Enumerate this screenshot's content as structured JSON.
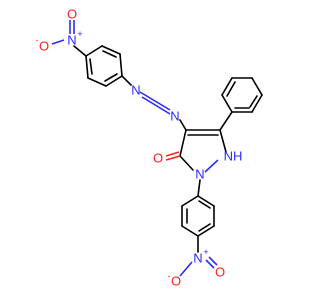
{
  "molecule": {
    "atoms": {
      "o_top_minus": "O",
      "o_top_minus_charge": "-",
      "n_top_nitro": "N",
      "n_top_nitro_charge": "+",
      "o_top_double": "O",
      "n_azo_1": "N",
      "n_azo_2": "N",
      "o_carbonyl": "O",
      "n_ring_1": "N",
      "n_ring_2_h": "NH",
      "n_bottom_nitro": "N",
      "n_bottom_nitro_charge": "+",
      "o_bottom_minus": "O",
      "o_bottom_minus_charge": "-",
      "o_bottom_double": "O"
    },
    "colors": {
      "bond": "#000000",
      "nitrogen": "#2b2bff",
      "oxygen": "#ff2020"
    }
  }
}
